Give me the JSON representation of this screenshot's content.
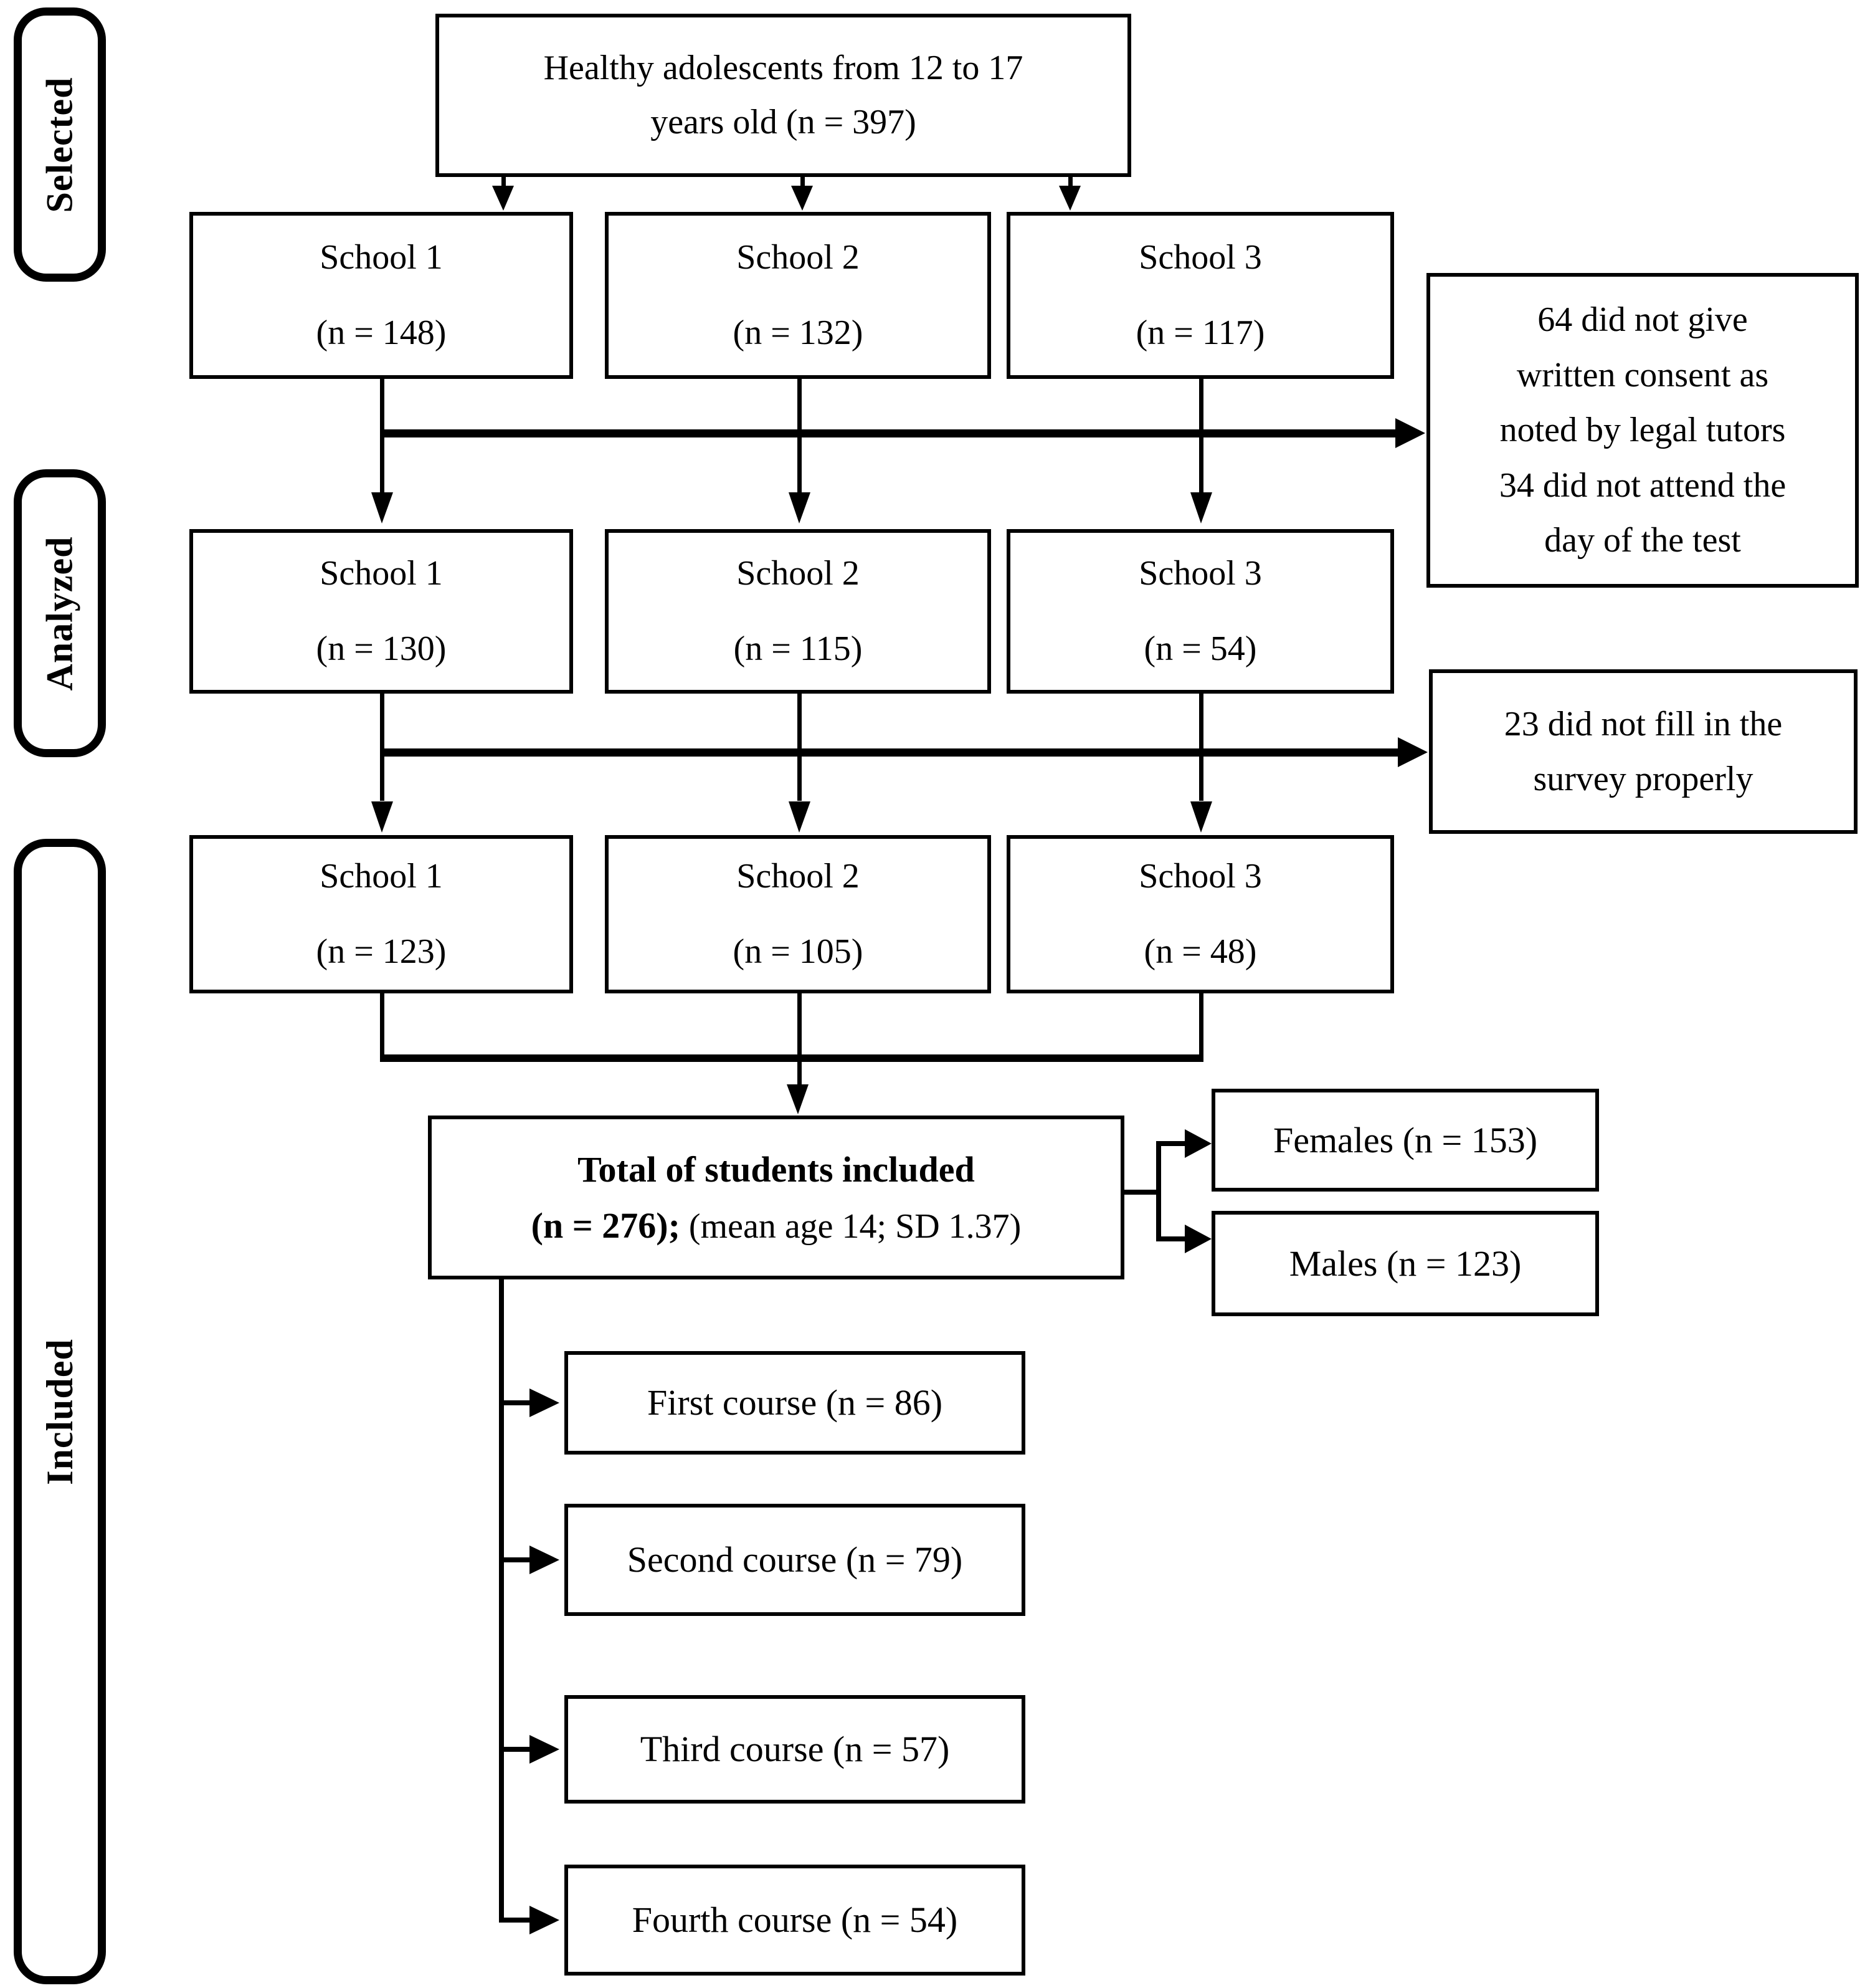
{
  "stages": [
    "Selected",
    "Analyzed",
    "Included"
  ],
  "top_box": {
    "lines": [
      "Healthy adolescents from 12 to 17",
      "years old (n = 397)"
    ]
  },
  "selected_row": [
    {
      "title": "School 1",
      "n": "(n = 148)"
    },
    {
      "title": "School 2",
      "n": "(n = 132)"
    },
    {
      "title": "School 3",
      "n": "(n = 117)"
    }
  ],
  "exclusion_box_1": {
    "lines": [
      "64 did not give",
      "written consent as",
      "noted by legal tutors",
      "34 did not attend the",
      "day of the test"
    ]
  },
  "analyzed_row": [
    {
      "title": "School 1",
      "n": "(n = 130)"
    },
    {
      "title": "School 2",
      "n": "(n = 115)"
    },
    {
      "title": "School 3",
      "n": "(n = 54)"
    }
  ],
  "exclusion_box_2": {
    "lines": [
      "23 did not fill in the",
      "survey properly"
    ]
  },
  "included_row": [
    {
      "title": "School 1",
      "n": "(n = 123)"
    },
    {
      "title": "School 2",
      "n": "(n = 105)"
    },
    {
      "title": "School 3",
      "n": "(n = 48)"
    }
  ],
  "total_box": {
    "line1": "Total of students included",
    "line2_bold": "(n = 276);",
    "line2_rest": " (mean age 14; SD 1.37)"
  },
  "sex_boxes": [
    {
      "label": "Females (n = 153)"
    },
    {
      "label": "Males (n = 123)"
    }
  ],
  "course_boxes": [
    {
      "label": "First course (n = 86)"
    },
    {
      "label": "Second course (n = 79)"
    },
    {
      "label": "Third course (n = 57)"
    },
    {
      "label": "Fourth course (n = 54)"
    }
  ],
  "colors": {
    "line": "#000000",
    "text": "#000000",
    "background": "#ffffff"
  }
}
